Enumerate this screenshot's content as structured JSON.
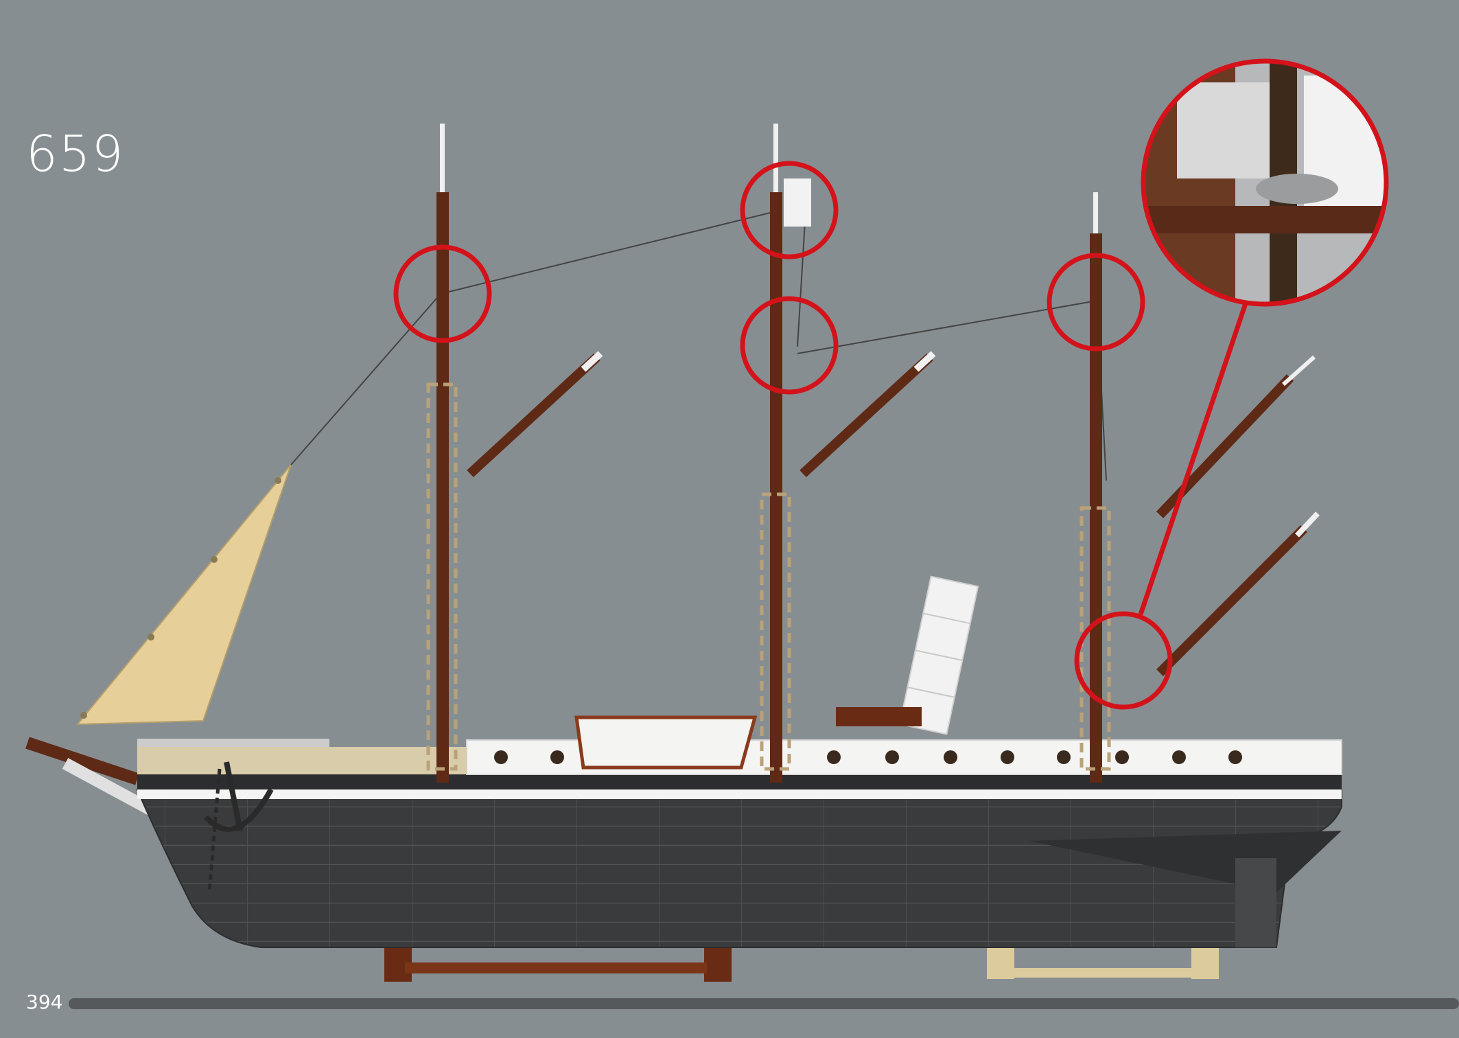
{
  "step": {
    "number": "659"
  },
  "footer": {
    "page_number": "394",
    "progress_fraction": 1.0
  },
  "colors": {
    "background": "#878e92",
    "hull": "#3a3b3c",
    "hull_lines": "#5a5c5e",
    "deck_white": "#f4f4f2",
    "mast_brown": "#5e2a16",
    "sail_tan": "#e6cf98",
    "callout_red": "#d4121a",
    "stand_brown": "#6a2b15",
    "stand_tan": "#dccb9c"
  },
  "icons": {
    "callout": "red-circle-callout",
    "detail": "zoom-detail-inset"
  }
}
